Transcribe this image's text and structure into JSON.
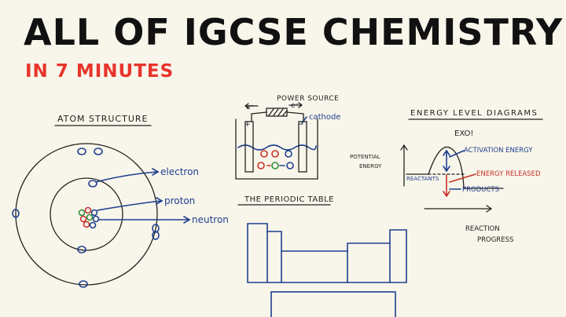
{
  "header": {
    "title": "ALL OF IGCSE CHEMISTRY",
    "subtitle": "IN 7 MINUTES"
  },
  "atom": {
    "heading": "ATOM STRUCTURE",
    "labels": {
      "electron": "electron",
      "proton": "proton",
      "neutron": "neutron"
    }
  },
  "electrolysis": {
    "power_source": "POWER SOURCE",
    "cathode": "cathode",
    "electron_symbol": "e⁻"
  },
  "periodic_table": {
    "heading": "THE PERIODIC TABLE"
  },
  "energy": {
    "heading": "ENERGY LEVEL DIAGRAMS",
    "subheading": "EXO!",
    "ylabel_line1": "POTENTIAL",
    "ylabel_line2": "ENERGY",
    "reactants": "REACTANTS",
    "products": "PRODUCTS",
    "activation_energy": "ACTIVATION ENERGY",
    "energy_released": "ENERGY RELEASED",
    "xlabel_line1": "REACTION",
    "xlabel_line2": "PROGRESS"
  },
  "colors": {
    "background": "#f8f5ea",
    "title": "#111111",
    "accent": "#e8342c",
    "ink_blue": "#1f3f8f",
    "ink_red": "#c8322a",
    "ink_green": "#2f8f3a"
  }
}
